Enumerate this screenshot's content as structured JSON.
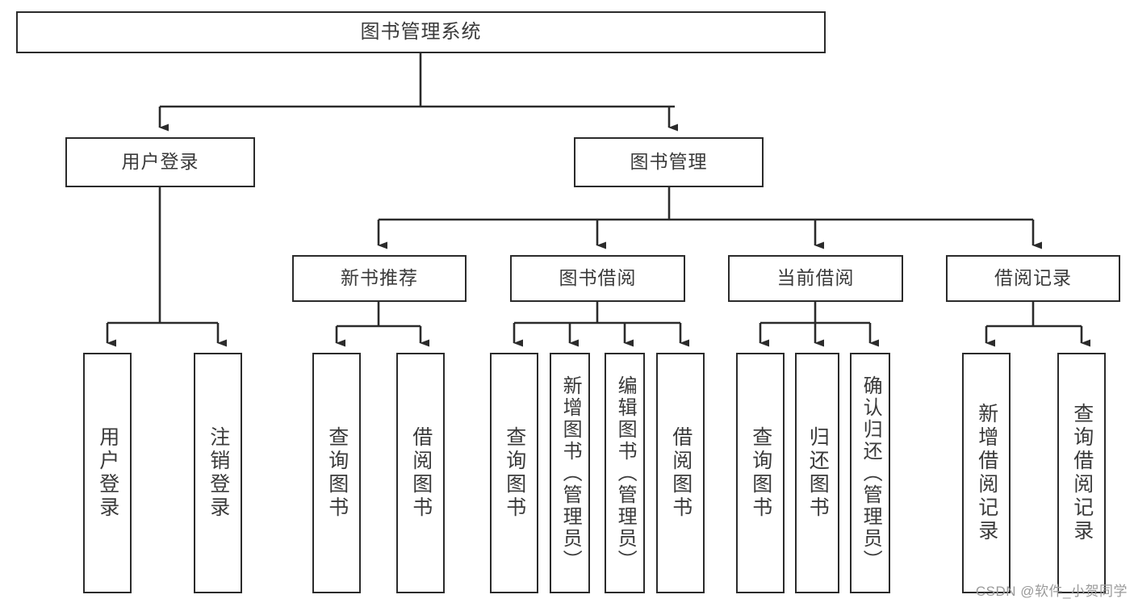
{
  "diagram": {
    "type": "tree-hierarchy-chart",
    "title": "图书管理系统",
    "colors": {
      "box_border": "#2b2b2b",
      "box_fill": "#ffffff",
      "text": "#3a3a3a",
      "connector": "#2b2b2b",
      "watermark": "#9a9a9a",
      "background": "#ffffff"
    },
    "nodes": {
      "root": {
        "label": "图书管理系统"
      },
      "level2": [
        {
          "label": "用户登录"
        },
        {
          "label": "图书管理"
        }
      ],
      "level3": [
        {
          "label": "新书推荐"
        },
        {
          "label": "图书借阅"
        },
        {
          "label": "当前借阅"
        },
        {
          "label": "借阅记录"
        }
      ],
      "leaves": {
        "user_login": [
          {
            "label": "用户登录"
          },
          {
            "label": "注销登录"
          }
        ],
        "new_book_recommend": [
          {
            "label": "查询图书"
          },
          {
            "label": "借阅图书"
          }
        ],
        "book_borrow": [
          {
            "label": "查询图书"
          },
          {
            "label": "新增图书（管理员）"
          },
          {
            "label": "编辑图书（管理员）"
          },
          {
            "label": "借阅图书"
          }
        ],
        "current_borrow": [
          {
            "label": "查询图书"
          },
          {
            "label": "归还图书"
          },
          {
            "label": "确认归还（管理员）"
          }
        ],
        "borrow_record": [
          {
            "label": "新增借阅记录"
          },
          {
            "label": "查询借阅记录"
          }
        ]
      }
    },
    "watermark": "CSDN @软件_小贺同学"
  }
}
